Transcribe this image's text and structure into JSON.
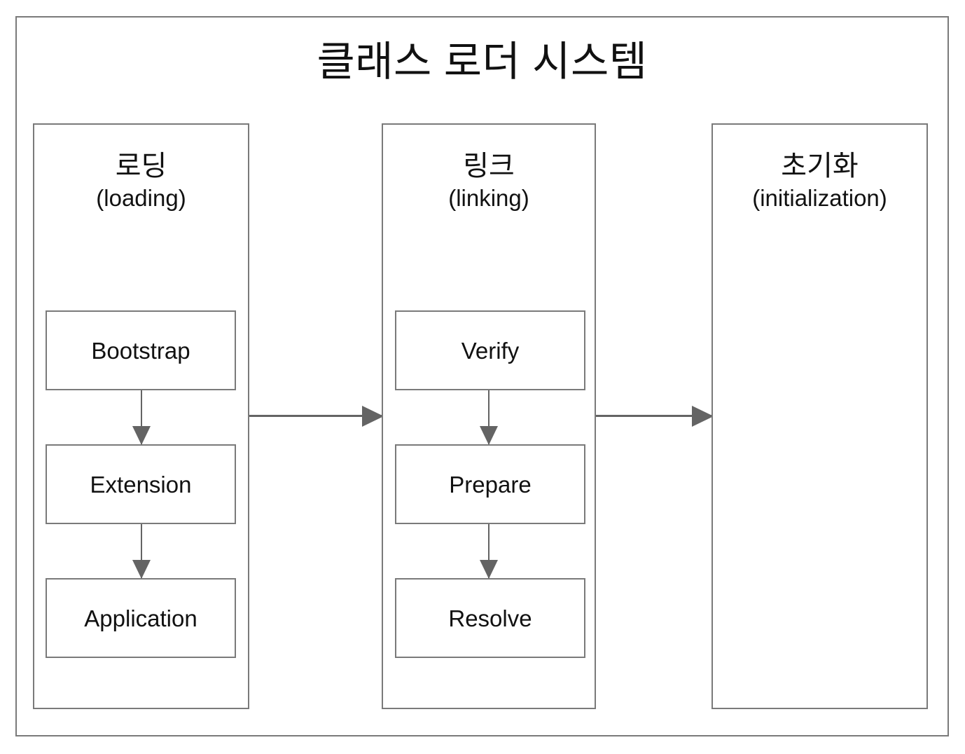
{
  "diagram": {
    "title": "클래스 로더 시스템",
    "type": "flow-diagram",
    "phases": [
      {
        "id": "loading",
        "name_ko": "로딩",
        "name_en": "(loading)",
        "steps": [
          {
            "label": "Bootstrap"
          },
          {
            "label": "Extension"
          },
          {
            "label": "Application"
          }
        ]
      },
      {
        "id": "linking",
        "name_ko": "링크",
        "name_en": "(linking)",
        "steps": [
          {
            "label": "Verify"
          },
          {
            "label": "Prepare"
          },
          {
            "label": "Resolve"
          }
        ]
      },
      {
        "id": "initialization",
        "name_ko": "초기화",
        "name_en": "(initialization)",
        "steps": []
      }
    ],
    "connectors": {
      "phase_flow": [
        {
          "from": "loading",
          "to": "linking",
          "direction": "right"
        },
        {
          "from": "linking",
          "to": "initialization",
          "direction": "right"
        }
      ],
      "step_flow": [
        {
          "from": "Bootstrap",
          "to": "Extension",
          "direction": "down"
        },
        {
          "from": "Extension",
          "to": "Application",
          "direction": "down"
        },
        {
          "from": "Verify",
          "to": "Prepare",
          "direction": "down"
        },
        {
          "from": "Prepare",
          "to": "Resolve",
          "direction": "down"
        }
      ]
    },
    "colors": {
      "border": "#7a7a7a",
      "arrow": "#646464",
      "text": "#111111",
      "background": "#ffffff"
    }
  }
}
